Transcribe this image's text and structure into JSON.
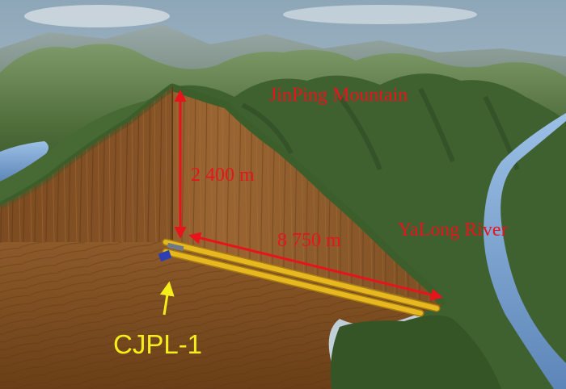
{
  "labels": {
    "mountain": "JinPing Mountain",
    "river": "YaLong River",
    "depth": "2 400 m",
    "tunnel_length": "8 750 m",
    "lab": "CJPL-1"
  },
  "colors": {
    "annotation_red": "#e8141c",
    "lab_label_yellow": "#f4ee1a",
    "tunnel_yellow": "#e7b820",
    "rock_brown": "#8a5a2c",
    "mountain_green": "#4f6e3a",
    "river_blue": "#6f9dd0"
  }
}
